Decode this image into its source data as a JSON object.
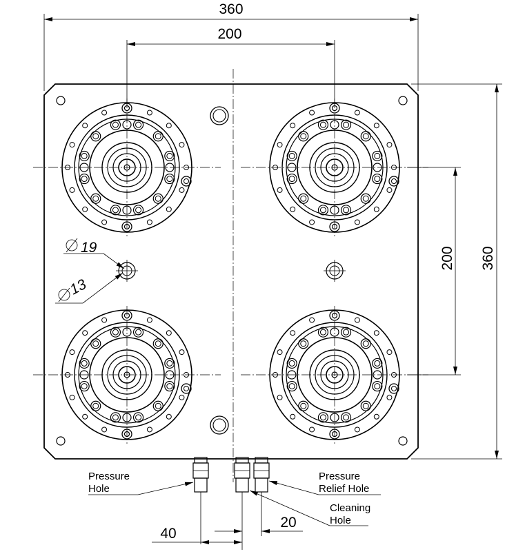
{
  "dimensions": {
    "overall_width": "360",
    "center_width": "200",
    "center_height": "200",
    "overall_height": "360",
    "port_spacing_left": "40",
    "port_spacing_right": "20"
  },
  "diameters": {
    "outer": "19",
    "inner": "13",
    "symbol": "⌀"
  },
  "callouts": {
    "pressure_hole_line1": "Pressure",
    "pressure_hole_line2": "Hole",
    "relief_hole_line1": "Pressure",
    "relief_hole_line2": "Relief Hole",
    "cleaning_hole_line1": "Cleaning",
    "cleaning_hole_line2": "Hole"
  }
}
